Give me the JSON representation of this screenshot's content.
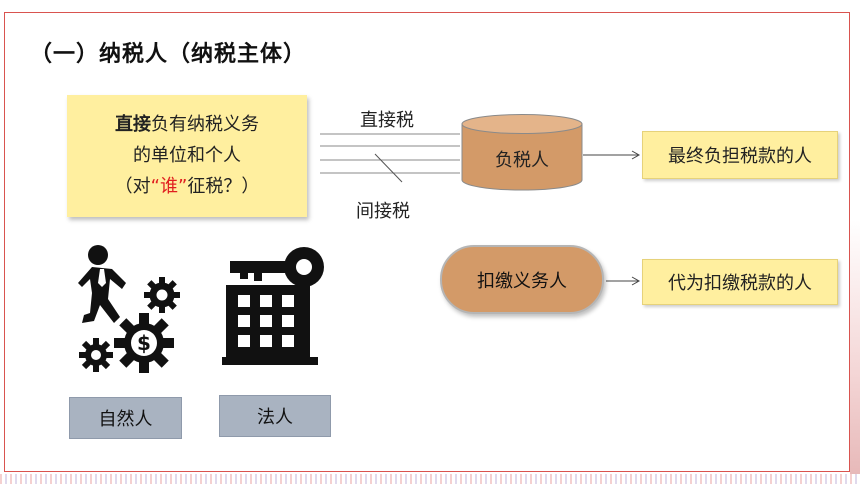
{
  "heading": "（一）纳税人（纳税主体）",
  "definition": {
    "bold_prefix": "直接",
    "line1_rest": "负有纳税义务",
    "line2": "的单位和个人",
    "line3_open": "（对",
    "line3_quote": "“谁”",
    "line3_close": "征税？）"
  },
  "direct_tax_label": "直接税",
  "indirect_tax_label": "间接税",
  "taxpayer_label": "负税人",
  "final_bearer_label": "最终负担税款的人",
  "withholding_agent_label": "扣缴义务人",
  "withholding_result_label": "代为扣缴税款的人",
  "natural_person_label": "自然人",
  "legal_person_label": "法人",
  "icons": {
    "natural_person": "runner-with-gears-icon",
    "legal_person": "building-with-key-icon"
  },
  "colors": {
    "frame": "#d9534f",
    "yellow_box": "#ffef9f",
    "cylinder": "#d39a68",
    "grey_box": "#a9b3c1",
    "quote_red": "#e02020"
  }
}
